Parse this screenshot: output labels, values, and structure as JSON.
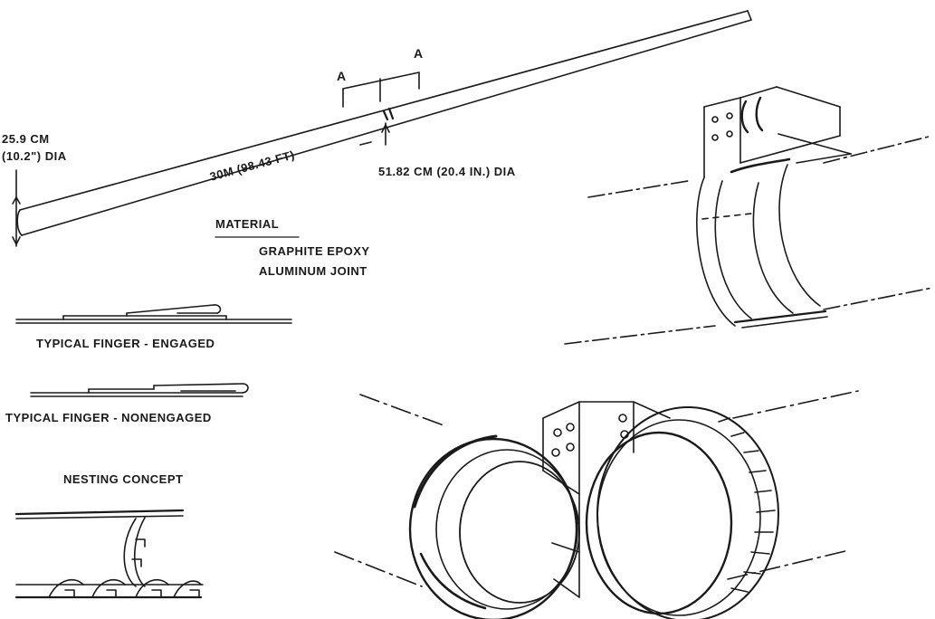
{
  "labels": {
    "section_mark_left": "A",
    "section_mark_right": "A",
    "small_diameter_line1": "25.9 CM",
    "small_diameter_line2": "(10.2\") DIA",
    "length": "30M (98.43 FT)",
    "large_diameter": "51.82 CM (20.4 IN.) DIA",
    "material_heading": "MATERIAL",
    "material_1": "GRAPHITE EPOXY",
    "material_2": "ALUMINUM JOINT",
    "finger_engaged": "TYPICAL FINGER - ENGAGED",
    "finger_nonengaged": "TYPICAL FINGER - NONENGAGED",
    "nesting_concept": "NESTING CONCEPT"
  },
  "colors": {
    "ink": "#1a1a1a",
    "paper": "#ffffff"
  }
}
